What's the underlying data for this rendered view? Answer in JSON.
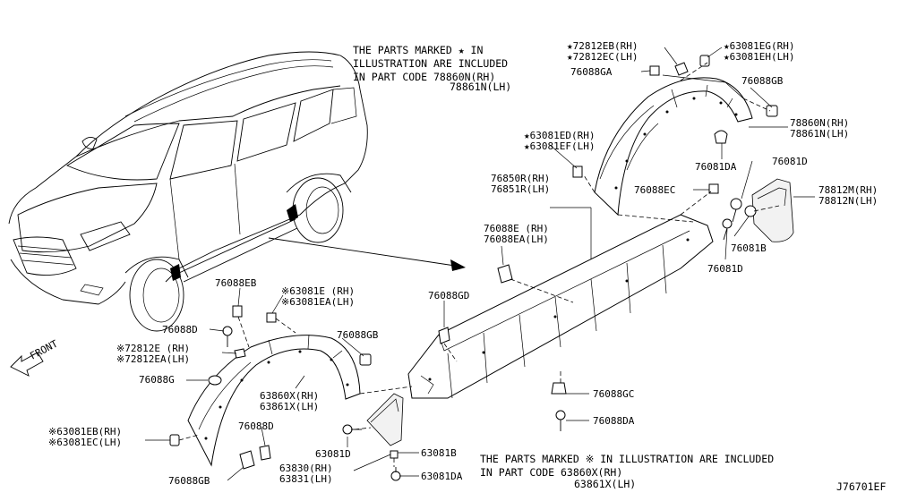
{
  "notes": {
    "top": [
      "THE PARTS MARKED ★ IN",
      "ILLUSTRATION ARE INCLUDED",
      "IN PART CODE  78860N(RH)",
      "78861N(LH)"
    ],
    "bottom": [
      "THE PARTS MARKED ※ IN ILLUSTRATION ARE INCLUDED",
      "IN PART CODE  63860X(RH)",
      "63861X(LH)"
    ]
  },
  "front_label": "FRONT",
  "diagram_code": "J76701EF",
  "labels": {
    "l72812eb": "★72812EB(RH)",
    "l72812ec": "★72812EC(LH)",
    "l63081eg": "★63081EG(RH)",
    "l63081eh": "★63081EH(LH)",
    "l76088ga": "76088GA",
    "l76088gb_top": "76088GB",
    "l78860n": "78860N(RH)",
    "l78861n": "78861N(LH)",
    "l63081ed": "★63081ED(RH)",
    "l63081ef": "★63081EF(LH)",
    "l76081da": "76081DA",
    "l76081d_top": "76081D",
    "l76850r": "76850R(RH)",
    "l76851r": "76851R(LH)",
    "l76088ec": "76088EC",
    "l78812m": "78812M(RH)",
    "l78812n": "78812N(LH)",
    "l76088e": "76088E (RH)",
    "l76088ea": "76088EA(LH)",
    "l76081b": "76081B",
    "l76081d_mid": "76081D",
    "l76088eb": "76088EB",
    "l63081e": "※63081E (RH)",
    "l63081ea": "※63081EA(LH)",
    "l76088gd": "76088GD",
    "l76088d_left": "76088D",
    "l76088gb_mid": "76088GB",
    "l72812e": "※72812E (RH)",
    "l72812ea": "※72812EA(LH)",
    "l76088g": "76088G",
    "l63860x": "63860X(RH)",
    "l63861x": "63861X(LH)",
    "l76088gc": "76088GC",
    "l76088da": "76088DA",
    "l63081eb": "※63081EB(RH)",
    "l63081ec": "※63081EC(LH)",
    "l76088d_low": "76088D",
    "l63081d": "63081D",
    "l63081b": "63081B",
    "l76088gb_low": "76088GB",
    "l63830": "63830(RH)",
    "l63831": "63831(LH)",
    "l63081da": "63081DA"
  }
}
